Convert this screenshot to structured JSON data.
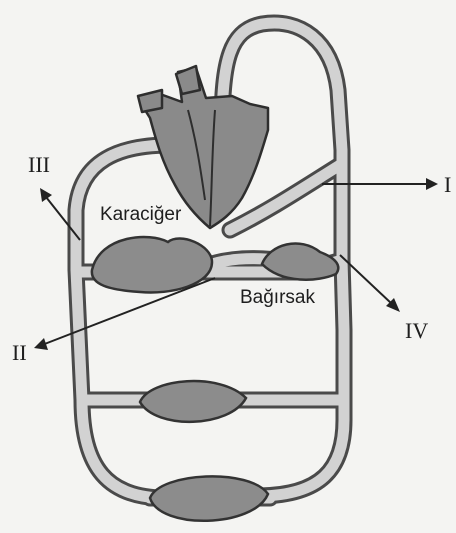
{
  "labels": {
    "liver": "Karaciğer",
    "intestine": "Bağırsak",
    "marker_1": "I",
    "marker_2": "II",
    "marker_3": "III",
    "marker_4": "IV"
  },
  "colors": {
    "vessel_outline": "#4a4a4a",
    "vessel_fill": "#d2d2d2",
    "organ": "#8c8c8c",
    "background": "#f4f4f2"
  }
}
